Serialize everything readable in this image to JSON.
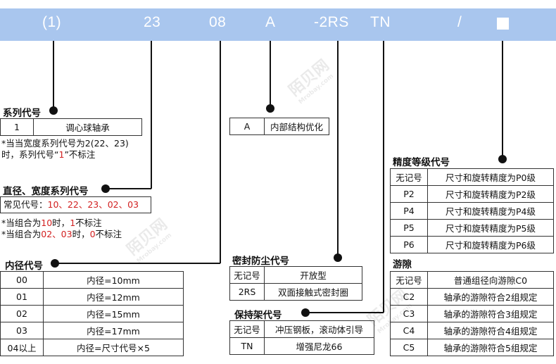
{
  "header": {
    "codes": [
      "(1)",
      "23",
      "08",
      "A",
      "-2RS",
      "TN",
      "/"
    ],
    "bg_color": "#a9c6ee"
  },
  "series": {
    "title": "系列代号",
    "table": [
      [
        "1",
        "调心球轴承"
      ]
    ],
    "note_line1": "*当当宽度系列代号为2(22、23)",
    "note_line2_a": "时，系列代号“",
    "note_line2_red": "1",
    "note_line2_b": "”不标注"
  },
  "dim_series": {
    "title": "直径、宽度系列代号",
    "common_label": "常见代号：",
    "common_values": "10、22、23、02、03",
    "note1_a": "*当组合为",
    "note1_red1": "10",
    "note1_b": "时，",
    "note1_red2": "1",
    "note1_c": "不标注",
    "note2_a": "*当组合为",
    "note2_red1": "02、03",
    "note2_b": "时，",
    "note2_red2": "0",
    "note2_c": "不标注"
  },
  "bore": {
    "title": "内径代号",
    "rows": [
      [
        "00",
        "内径=10mm"
      ],
      [
        "01",
        "内径=12mm"
      ],
      [
        "02",
        "内径=15mm"
      ],
      [
        "03",
        "内径=17mm"
      ],
      [
        "04以上",
        "内径=尺寸代号×5"
      ]
    ]
  },
  "internal": {
    "rows": [
      [
        "A",
        "内部结构优化"
      ]
    ]
  },
  "seal": {
    "title": "密封防尘代号",
    "rows": [
      [
        "无记号",
        "开放型"
      ],
      [
        "2RS",
        "双面接触式密封圈"
      ]
    ]
  },
  "cage": {
    "title": "保持架代号",
    "rows": [
      [
        "无记号",
        "冲压钢板，滚动体引导"
      ],
      [
        "TN",
        "增强尼龙66"
      ]
    ]
  },
  "precision": {
    "title": "精度等级代号",
    "rows": [
      [
        "无记号",
        "尺寸和旋转精度为P0级"
      ],
      [
        "P2",
        "尺寸和旋转精度为P2级"
      ],
      [
        "P4",
        "尺寸和旋转精度为P4级"
      ],
      [
        "P5",
        "尺寸和旋转精度为P5级"
      ],
      [
        "P6",
        "尺寸和旋转精度为P6级"
      ]
    ]
  },
  "clearance": {
    "title": "游隙",
    "rows": [
      [
        "无记号",
        "普通组径向游隙C0"
      ],
      [
        "C2",
        "轴承的游隙符合2组规定"
      ],
      [
        "C3",
        "轴承的游隙符合3组规定"
      ],
      [
        "C4",
        "轴承的游隙符合4组规定"
      ],
      [
        "C5",
        "轴承的游隙符合5组规定"
      ]
    ]
  },
  "watermark": {
    "text": "陌贝网",
    "sub": "Mrobay.com"
  }
}
